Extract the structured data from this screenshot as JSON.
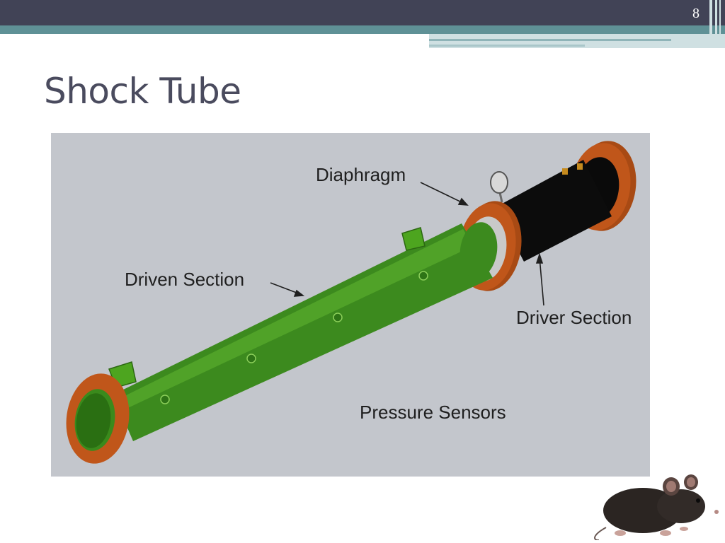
{
  "slide": {
    "number": "8",
    "title": "Shock Tube"
  },
  "diagram": {
    "labels": {
      "diaphragm": "Diaphragm",
      "driven_section": "Driven Section",
      "driver_section": "Driver Section",
      "pressure_sensors": "Pressure Sensors"
    },
    "colors": {
      "background": "#c3c6cc",
      "driven_tube": "#3c8a1e",
      "driver_tube": "#0c0c0c",
      "flange": "#c0561a"
    }
  },
  "theme": {
    "header_dark": "#414356",
    "header_teal": "#5f9196",
    "title_color": "#4a4b5e"
  }
}
